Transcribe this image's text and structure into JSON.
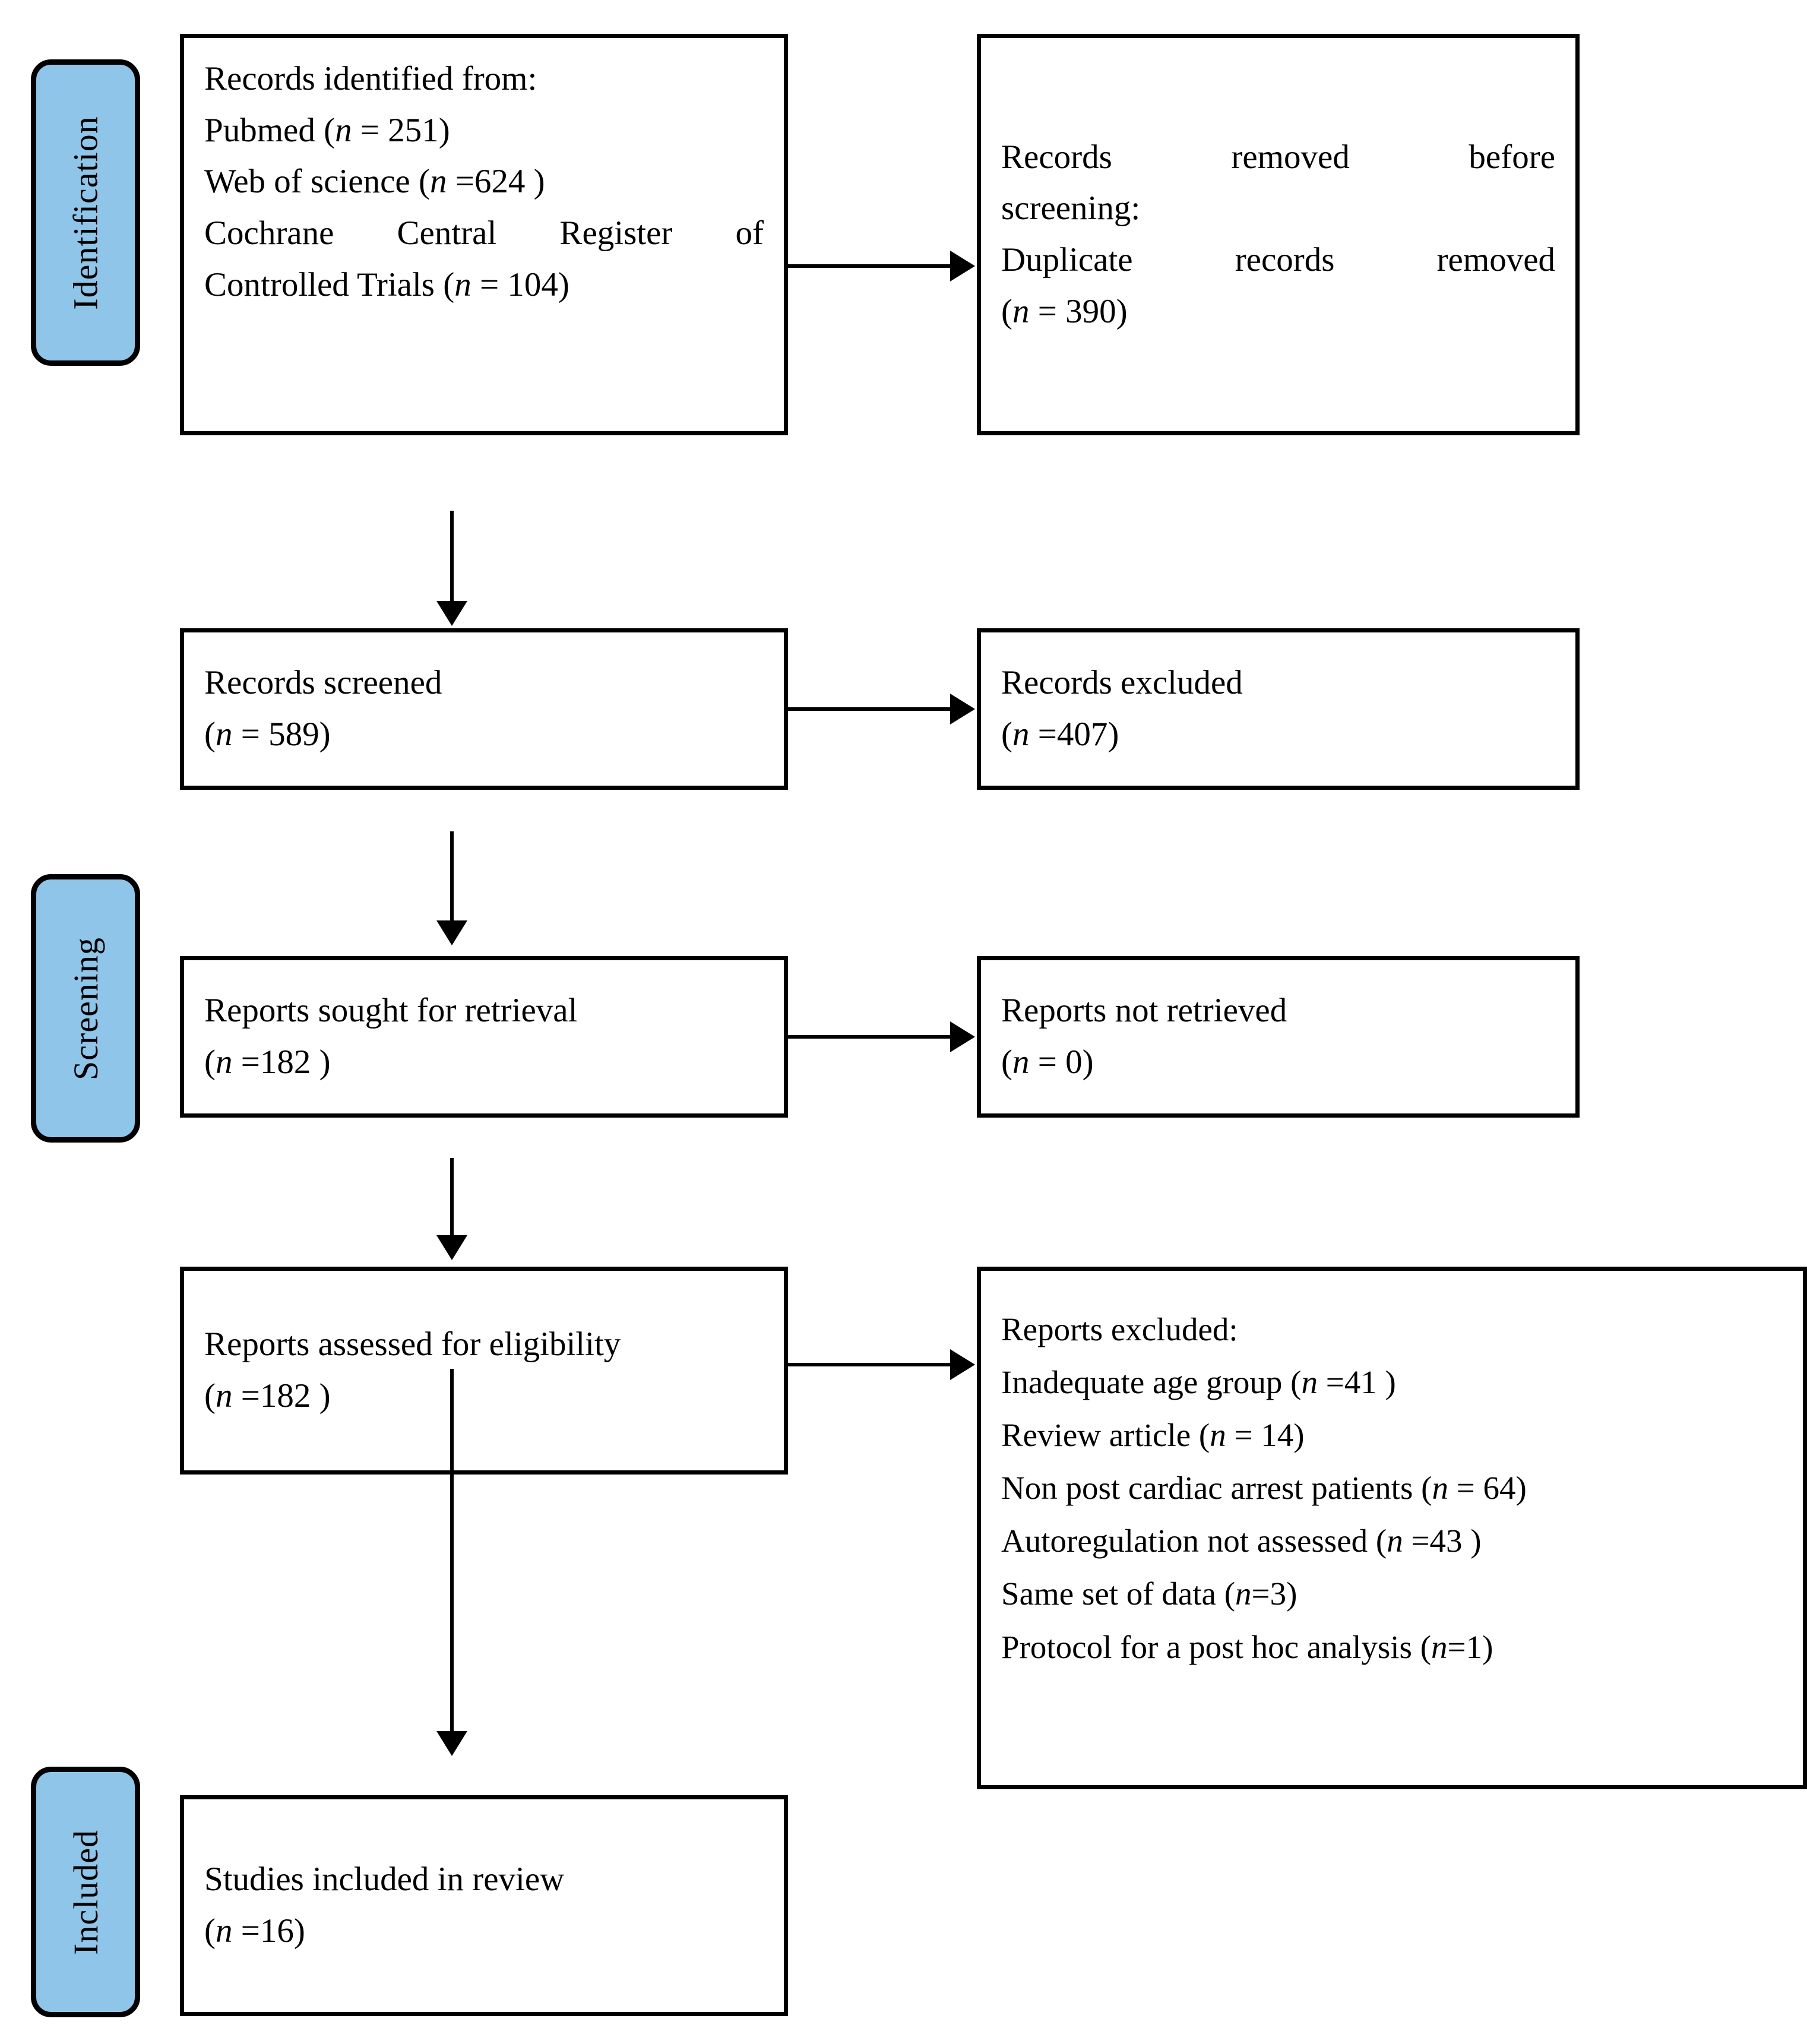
{
  "diagram": {
    "type": "prisma-flow-diagram",
    "accent_color": "#8FC5E8",
    "border_color": "#000000",
    "background_color": "#FFFFFF"
  },
  "phases": [
    {
      "id": "identification",
      "label": "Identification"
    },
    {
      "id": "screening",
      "label": "Screening"
    },
    {
      "id": "included",
      "label": "Included"
    }
  ],
  "boxes": {
    "identified": {
      "lines": [
        "Records identified from:",
        "Pubmed (n = 251)",
        "Web of science (n =624 )",
        "Cochrane Central Register of",
        "Controlled Trials (n = 104)"
      ],
      "line1": "Records identified from:",
      "line2_pre": "Pubmed (",
      "line2_n": "n",
      "line2_post": " = 251)",
      "line3_pre": "Web of science (",
      "line3_n": "n",
      "line3_post": " =624 )",
      "line4": "Cochrane Central Register of",
      "line5_pre": "Controlled Trials (",
      "line5_n": "n",
      "line5_post": " = 104)"
    },
    "removed_before_screening": {
      "lines": [
        "Records removed before",
        "screening:",
        "Duplicate records removed",
        "(n = 390)"
      ],
      "line1": "Records removed before",
      "line2": "screening:",
      "line3": "Duplicate records removed",
      "line4_pre": "(",
      "line4_n": "n",
      "line4_post": " = 390)"
    },
    "records_screened": {
      "label": "Records screened",
      "count_pre": "(",
      "count_n": "n",
      "count_post": " = 589)"
    },
    "records_excluded": {
      "label": "Records excluded",
      "count_pre": "(",
      "count_n": "n",
      "count_post": " =407)"
    },
    "reports_sought": {
      "label": "Reports sought for retrieval",
      "count_pre": "(",
      "count_n": "n",
      "count_post": " =182 )"
    },
    "reports_not_retrieved": {
      "label": "Reports not retrieved",
      "count_pre": "(",
      "count_n": "n",
      "count_post": " = 0)"
    },
    "reports_assessed": {
      "label": "Reports assessed for eligibility",
      "count_pre": "(",
      "count_n": "n",
      "count_post": " =182 )"
    },
    "reports_excluded": {
      "title": "Reports excluded:",
      "reasons": [
        {
          "label": "Inadequate age group",
          "count_pre": "(",
          "count_n": "n",
          "count_post": " =41 )"
        },
        {
          "label": "Review article",
          "count_pre": "(",
          "count_n": "n",
          "count_post": " = 14)"
        },
        {
          "label": "Non post cardiac arrest patients",
          "count_pre": "(",
          "count_n": "n",
          "count_post": " = 64)"
        },
        {
          "label": "Autoregulation not assessed",
          "count_pre": "(",
          "count_n": "n",
          "count_post": " =43 )"
        },
        {
          "label": "Same set of data",
          "count_pre": "(",
          "count_n": "n",
          "count_post": "=3)"
        },
        {
          "label": "Protocol for a post hoc analysis",
          "count_pre": "(",
          "count_n": "n",
          "count_post": "=1)"
        }
      ]
    },
    "studies_included": {
      "label": "Studies included in review",
      "count_pre": "(",
      "count_n": "n",
      "count_post": " =16)"
    }
  },
  "flow_data": {
    "identified_pubmed": 251,
    "identified_web_of_science": 624,
    "identified_cochrane": 104,
    "duplicates_removed": 390,
    "records_screened": 589,
    "records_excluded": 407,
    "reports_sought": 182,
    "reports_not_retrieved": 0,
    "reports_assessed": 182,
    "excluded_inadequate_age_group": 41,
    "excluded_review_article": 14,
    "excluded_non_post_cardiac_arrest": 64,
    "excluded_autoregulation_not_assessed": 43,
    "excluded_same_set_of_data": 3,
    "excluded_protocol_post_hoc": 1,
    "studies_included": 16
  }
}
